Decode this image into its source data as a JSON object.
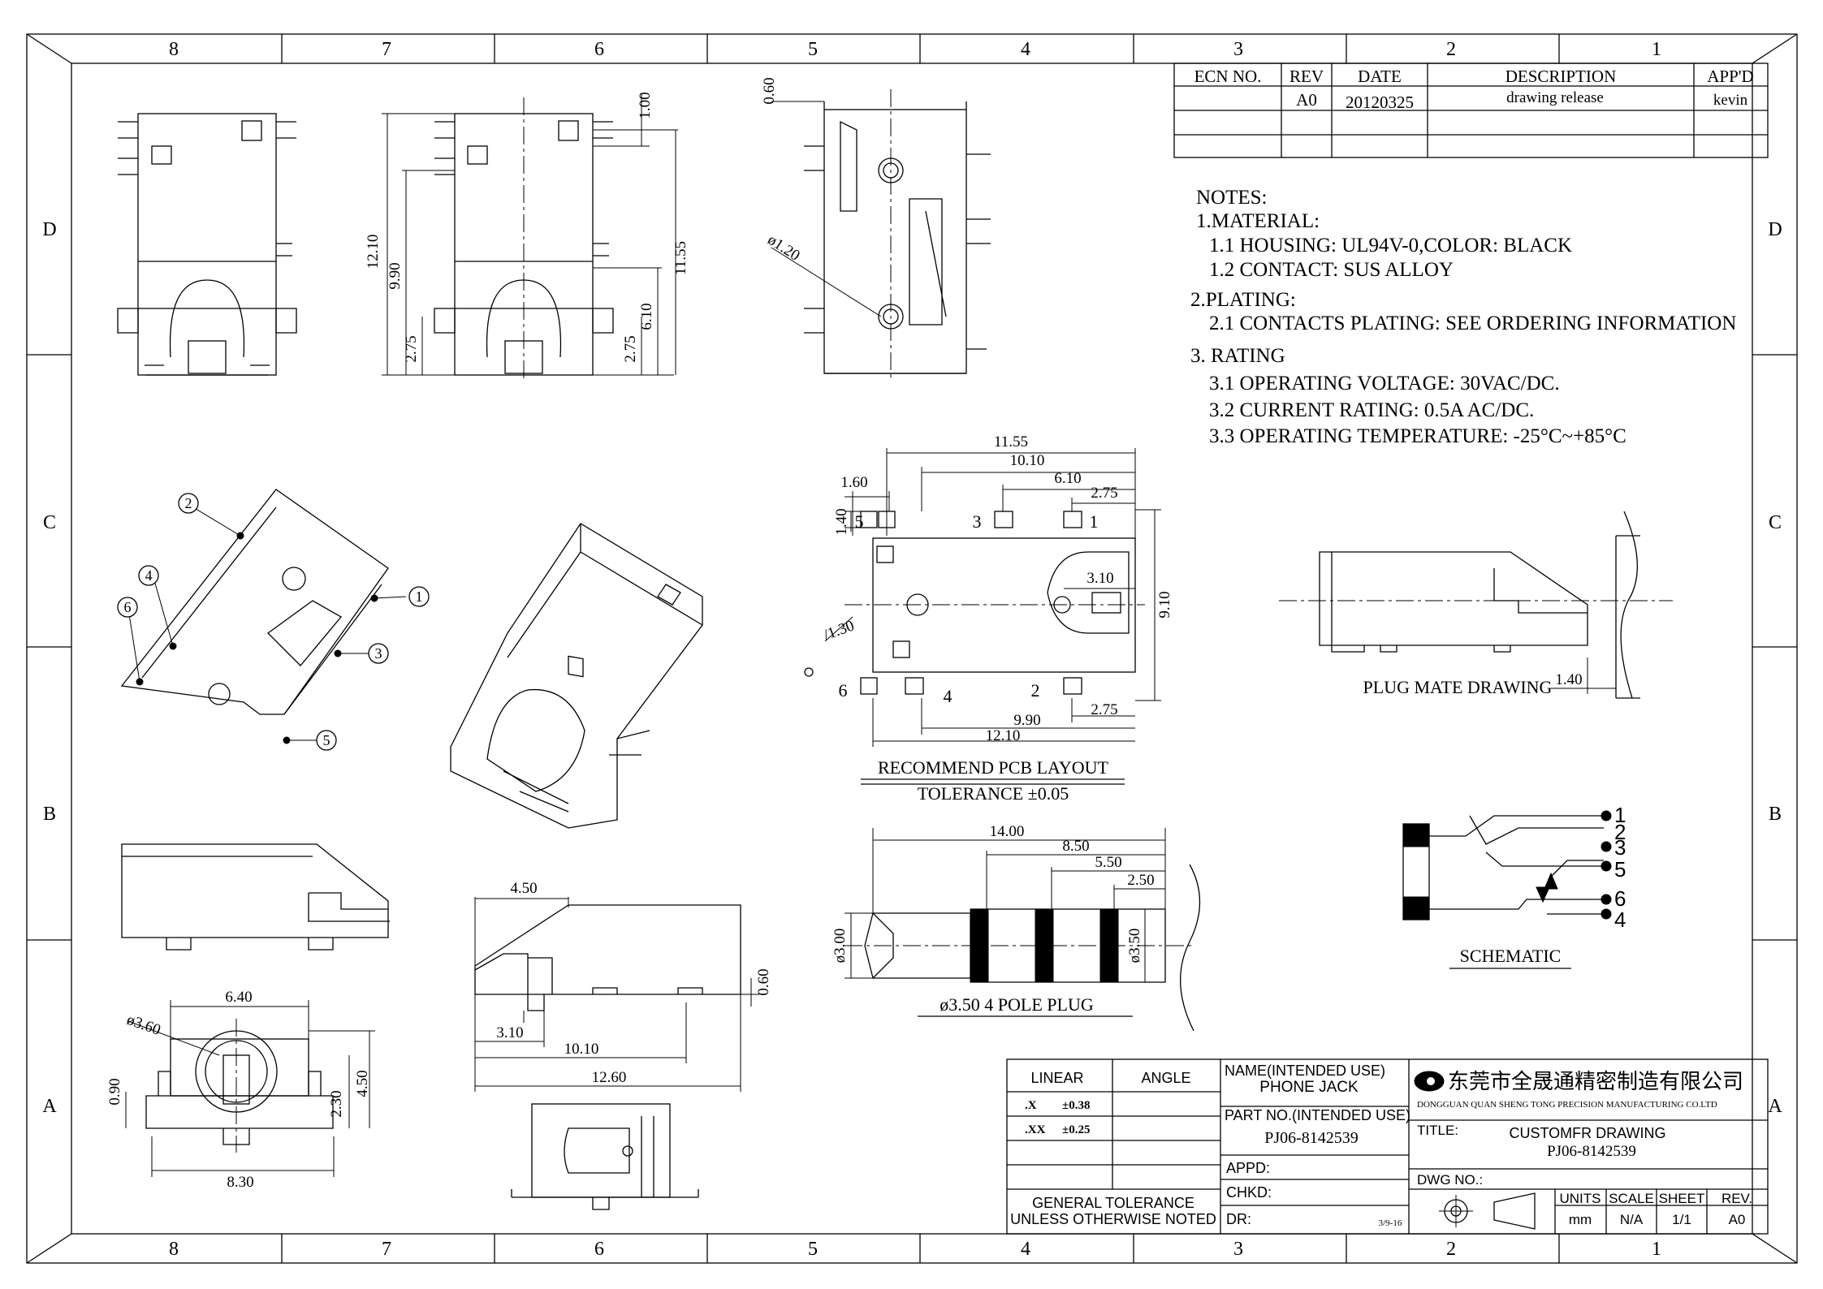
{
  "frame": {
    "columns": [
      "8",
      "7",
      "6",
      "5",
      "4",
      "3",
      "2",
      "1"
    ],
    "rows": [
      "D",
      "C",
      "B",
      "A"
    ]
  },
  "revision_table": {
    "headers": [
      "ECN NO.",
      "REV",
      "DATE",
      "DESCRIPTION",
      "APP'D"
    ],
    "rows": [
      [
        "",
        "A0",
        "20120325",
        "drawing release",
        "kevin"
      ]
    ]
  },
  "notes": {
    "title": "NOTES:",
    "lines": [
      "1.MATERIAL:",
      "1.1 HOUSING: UL94V-0,COLOR: BLACK",
      "1.2 CONTACT: SUS ALLOY",
      "2.PLATING:",
      "2.1 CONTACTS PLATING: SEE ORDERING INFORMATION",
      "3. RATING",
      "3.1 OPERATING VOLTAGE: 30VAC/DC.",
      "3.2 CURRENT RATING: 0.5A AC/DC.",
      "3.3 OPERATING TEMPERATURE: -25°C~+85°C"
    ]
  },
  "views": {
    "pcb_layout_title": "RECOMMEND PCB LAYOUT",
    "pcb_tolerance": "TOLERANCE ±0.05",
    "plug_title": "ø3.50 4 POLE PLUG",
    "plug_mate_title": "PLUG MATE DRAWING",
    "schematic_title": "SCHEMATIC"
  },
  "dimensions": {
    "front_top": "1.00",
    "front_12_10": "12.10",
    "front_9_90": "9.90",
    "front_2_75a": "2.75",
    "front_2_75b": "2.75",
    "front_6_10": "6.10",
    "front_11_55": "11.55",
    "side_0_60": "0.60",
    "side_dia_1_20": "ø1.20",
    "pcb_11_55": "11.55",
    "pcb_10_10": "10.10",
    "pcb_6_10": "6.10",
    "pcb_2_75a": "2.75",
    "pcb_1_60": "1.60",
    "pcb_1_40": "1.40",
    "pcb_3_10": "3.10",
    "pcb_9_10": "9.10",
    "pcb_dia_1_30": "/1.30",
    "pcb_2_75b": "2.75",
    "pcb_9_90": "9.90",
    "pcb_12_10": "12.10",
    "mate_1_40": "1.40",
    "bot_6_40": "6.40",
    "bot_dia_3_60": "ø3.60",
    "bot_0_90": "0.90",
    "bot_2_30": "2.30",
    "bot_4_50": "4.50",
    "bot_8_30": "8.30",
    "sv_4_50": "4.50",
    "sv_0_60": "0.60",
    "sv_3_10": "3.10",
    "sv_10_10": "10.10",
    "sv_12_60": "12.60",
    "plug_14_00": "14.00",
    "plug_8_50": "8.50",
    "plug_5_50": "5.50",
    "plug_2_50": "2.50",
    "plug_dia_3_00": "ø3.00",
    "plug_dia_3_50": "ø3.50"
  },
  "pin_labels": [
    "1",
    "2",
    "3",
    "4",
    "5",
    "6"
  ],
  "schematic_pins": [
    "1",
    "2",
    "3",
    "5",
    "6",
    "4"
  ],
  "title_block": {
    "linear": "LINEAR",
    "angle": "ANGLE",
    "tol_x": ".X",
    "tol_x_val": "±0.38",
    "tol_xx": ".XX",
    "tol_xx_val": "±0.25",
    "general_tol_1": "GENERAL TOLERANCE",
    "general_tol_2": "UNLESS OTHERWISE NOTED",
    "name_label": "NAME(INTENDED USE)",
    "name_value": "PHONE JACK",
    "part_label": "PART NO.(INTENDED USE)",
    "part_value": "PJ06-8142539",
    "appd": "APPD:",
    "chkd": "CHKD:",
    "dr": "DR:",
    "dr_date": "3/9-16",
    "company_cn": "东莞市全晟通精密制造有限公司",
    "company_en": "DONGGUAN QUAN SHENG TONG PRECISION MANUFACTURING CO.LTD",
    "title_label": "TITLE:",
    "title_1": "CUSTOMFR DRAWING",
    "title_2": "PJ06-8142539",
    "dwg_no": "DWG NO.:",
    "units_label": "UNITS",
    "units_value": "mm",
    "scale_label": "SCALE",
    "scale_value": "N/A",
    "sheet_label": "SHEET",
    "sheet_value": "1/1",
    "rev_label": "REV.",
    "rev_value": "A0"
  }
}
